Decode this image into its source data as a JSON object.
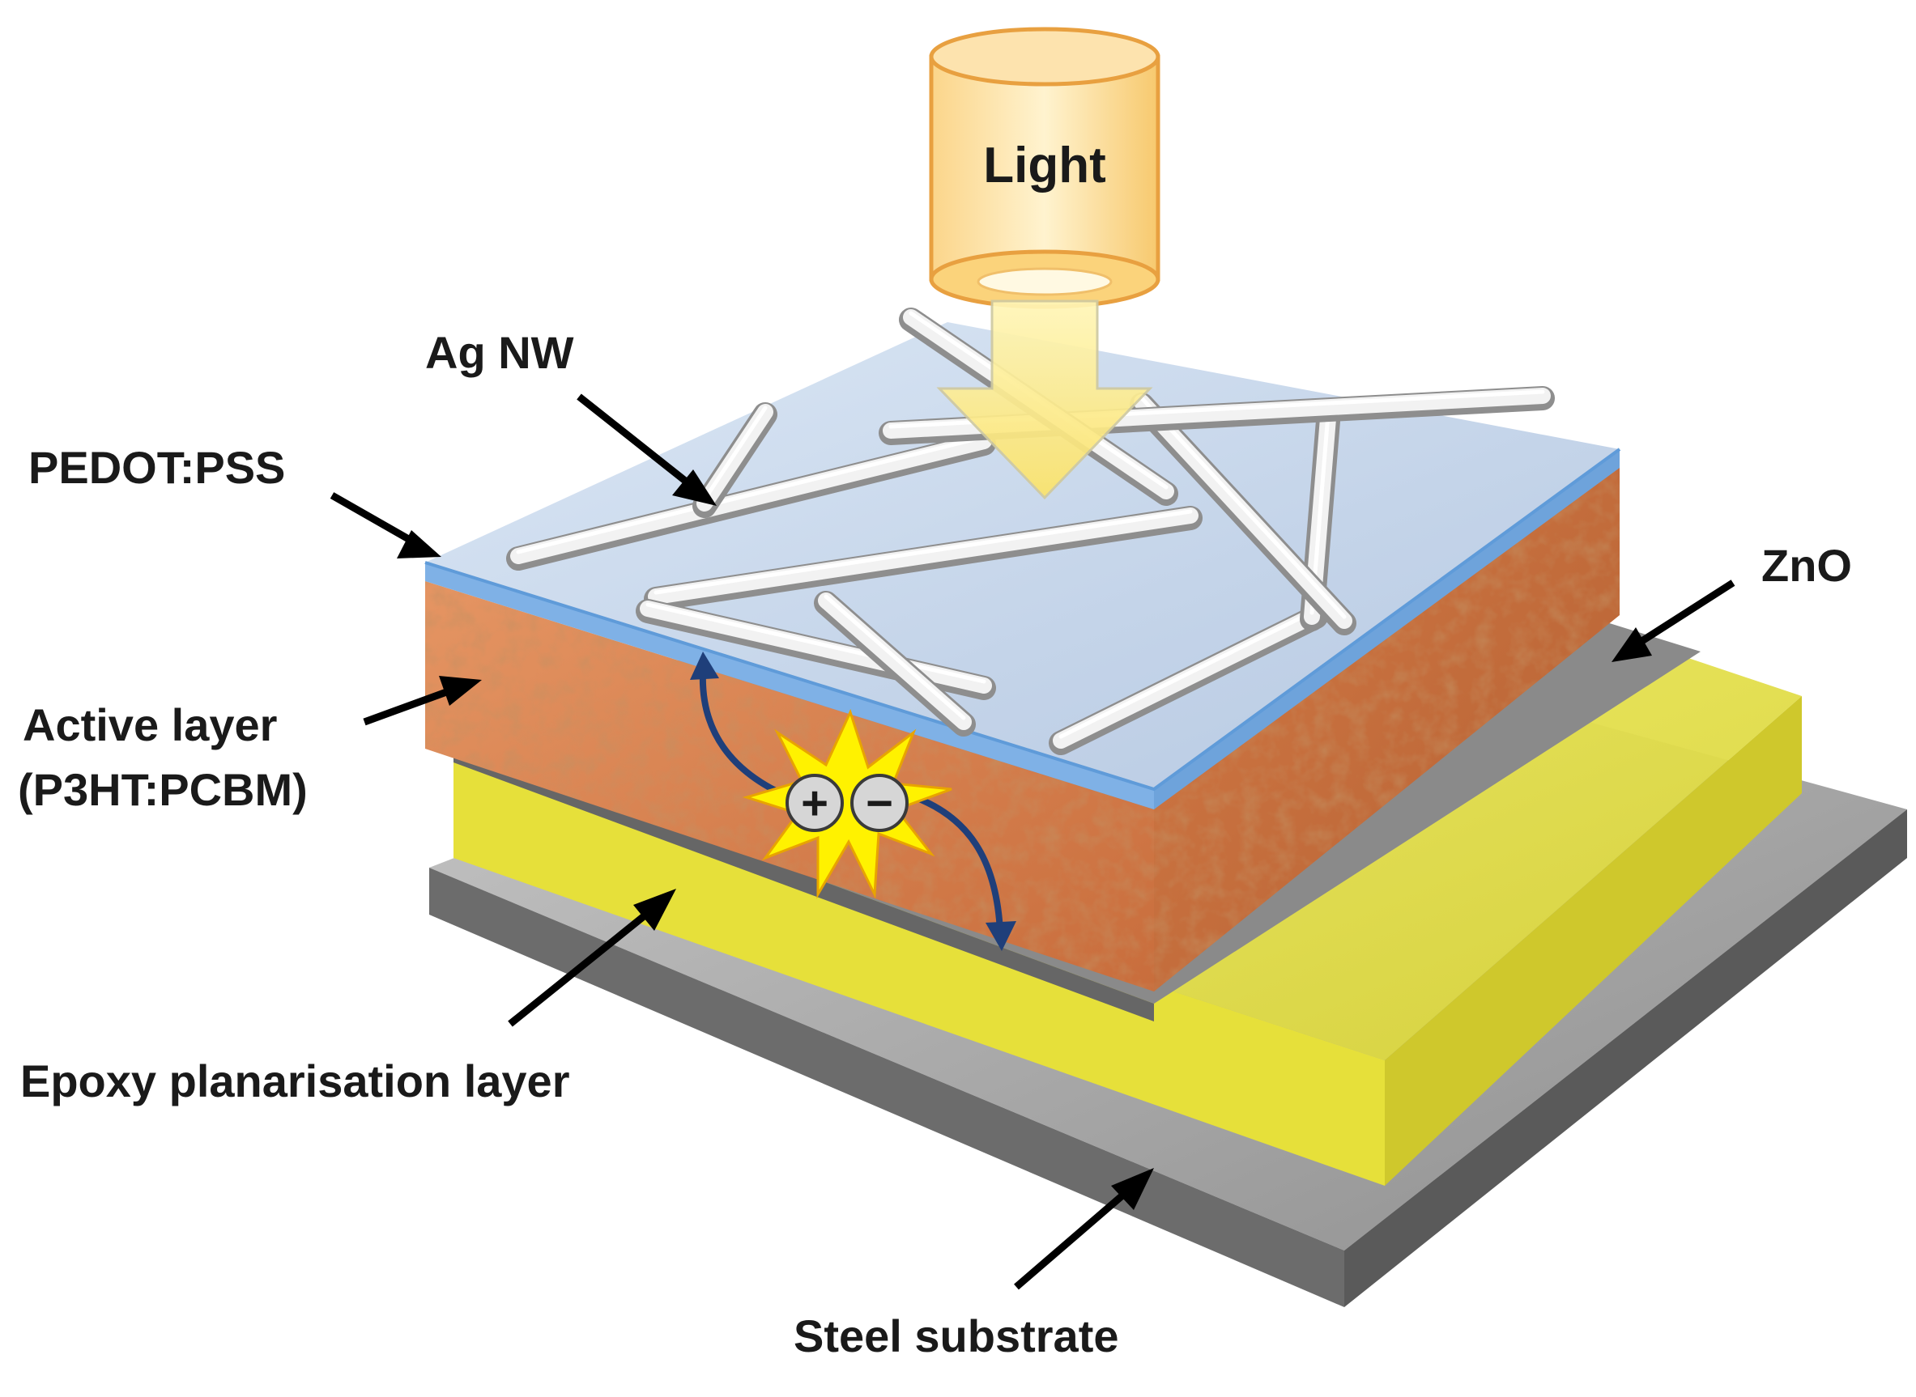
{
  "labels": {
    "light": "Light",
    "ag_nw": "Ag NW",
    "pedot_pss": "PEDOT:PSS",
    "active_layer_line1": "Active layer",
    "active_layer_line2": "(P3HT:PCBM)",
    "zno": "ZnO",
    "epoxy": "Epoxy planarisation layer",
    "steel": "Steel substrate"
  },
  "charges": {
    "positive": "+",
    "negative": "−"
  },
  "colors": {
    "steel": "#9a9a9a",
    "epoxy": "#e6e23a",
    "zno": "#7b7b7b",
    "active": "#d9824f",
    "pedot": "#a9c6e8",
    "nanowire": "#e4e4e4",
    "light": "#fdd98a",
    "charge_arrow": "#1f3f7a"
  }
}
